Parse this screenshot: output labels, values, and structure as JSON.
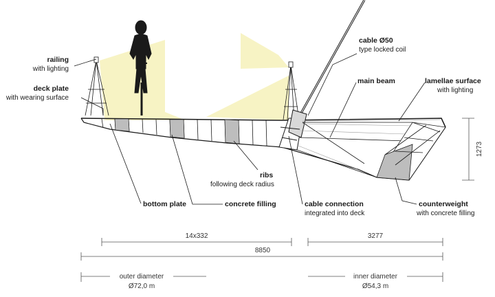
{
  "labels": {
    "railing": "railing",
    "railing_sub": "with lighting",
    "deck_plate": "deck plate",
    "deck_plate_sub": "with wearing surface",
    "cable": "cable Ø50",
    "cable_sub": "type locked coil",
    "main_beam": "main beam",
    "lamellae": "lamellae surface",
    "lamellae_sub": "with lighting",
    "ribs": "ribs",
    "ribs_sub": "following deck radius",
    "bottom_plate": "bottom plate",
    "concrete_filling": "concrete filling",
    "cable_connection": "cable connection",
    "cable_connection_sub": "integrated into deck",
    "counterweight": "counterweight",
    "counterweight_sub": "with concrete filling"
  },
  "dimensions": {
    "height": "1273",
    "ribs_span": "14x332",
    "cantilever": "3277",
    "total_width": "8850",
    "outer_diameter": "outer diameter",
    "outer_diameter_value": "Ø72,0 m",
    "inner_diameter": "inner diameter",
    "inner_diameter_value": "Ø54,3 m"
  },
  "colors": {
    "light_cone": "#f7f3c4",
    "concrete": "#bdbdbd",
    "line": "#1a1a1a"
  }
}
